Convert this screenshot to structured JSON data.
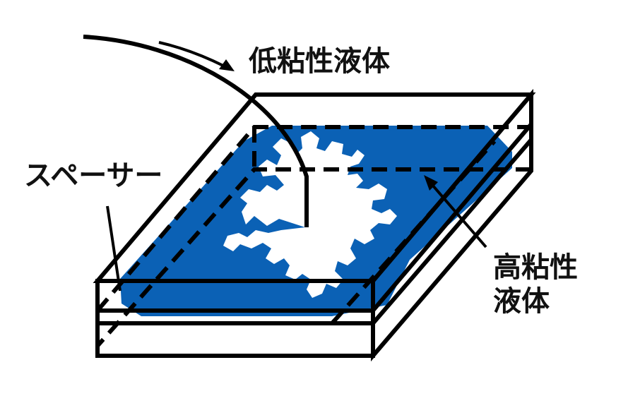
{
  "labels": {
    "low_viscosity": "低粘性液体",
    "spacer": "スペーサー",
    "high_viscosity_line1": "高粘性",
    "high_viscosity_line2": "液体"
  },
  "colors": {
    "fluid": "#0b61b5",
    "outline": "#000000",
    "background": "#ffffff"
  }
}
